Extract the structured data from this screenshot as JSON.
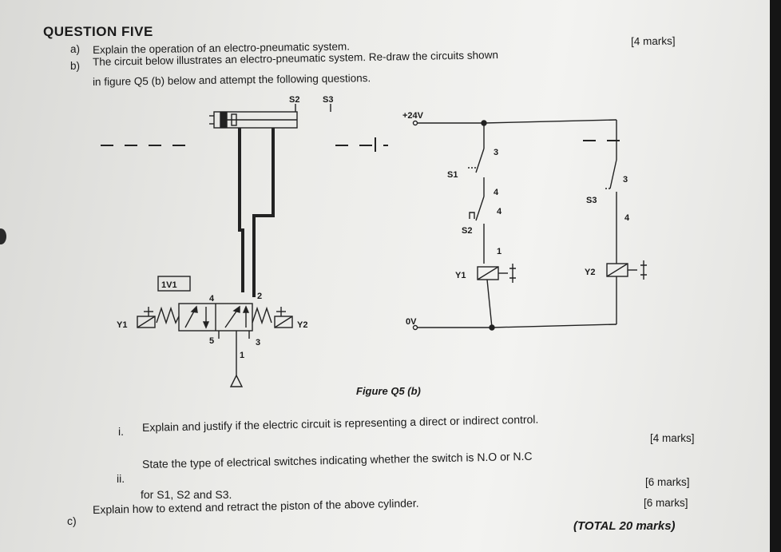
{
  "heading": "QUESTION FIVE",
  "part_a": {
    "label": "a)",
    "text": "Explain the operation of an electro-pneumatic system.",
    "marks": "[4 marks]"
  },
  "part_b": {
    "label": "b)",
    "text_line1": "The circuit below illustrates an electro-pneumatic system. Re-draw the circuits shown",
    "text_line2": "in figure Q5 (b) below and attempt the following questions."
  },
  "figure": {
    "caption": "Figure Q5 (b)",
    "pneumatic": {
      "cylinder_switch_labels": [
        "S2",
        "S3"
      ],
      "valve_label": "1V1",
      "solenoid_left": "Y1",
      "solenoid_right": "Y2",
      "port_labels": [
        "4",
        "2",
        "5",
        "3",
        "1"
      ]
    },
    "electrical": {
      "supply_positive": "+24V",
      "supply_zero": "0V",
      "switch_s1": "S1",
      "switch_s2": "S2",
      "switch_s3": "S3",
      "coil_y1": "Y1",
      "coil_y2": "Y2",
      "terminal_labels": [
        "3",
        "4",
        "4",
        "1",
        "3",
        "4"
      ]
    }
  },
  "questions": [
    {
      "label": "i.",
      "text": "Explain and justify if the electric circuit is representing a direct or indirect control.",
      "marks": "[4 marks]"
    },
    {
      "label": "ii.",
      "text_line1": "State the type of electrical switches indicating whether the switch is N.O or N.C",
      "text_line2": "for S1, S2 and S3.",
      "marks": "[6 marks]"
    }
  ],
  "part_c": {
    "label": "c)",
    "text": "Explain how to extend and retract the piston of the above cylinder.",
    "marks": "[6 marks]"
  },
  "total": "(TOTAL 20 marks)"
}
